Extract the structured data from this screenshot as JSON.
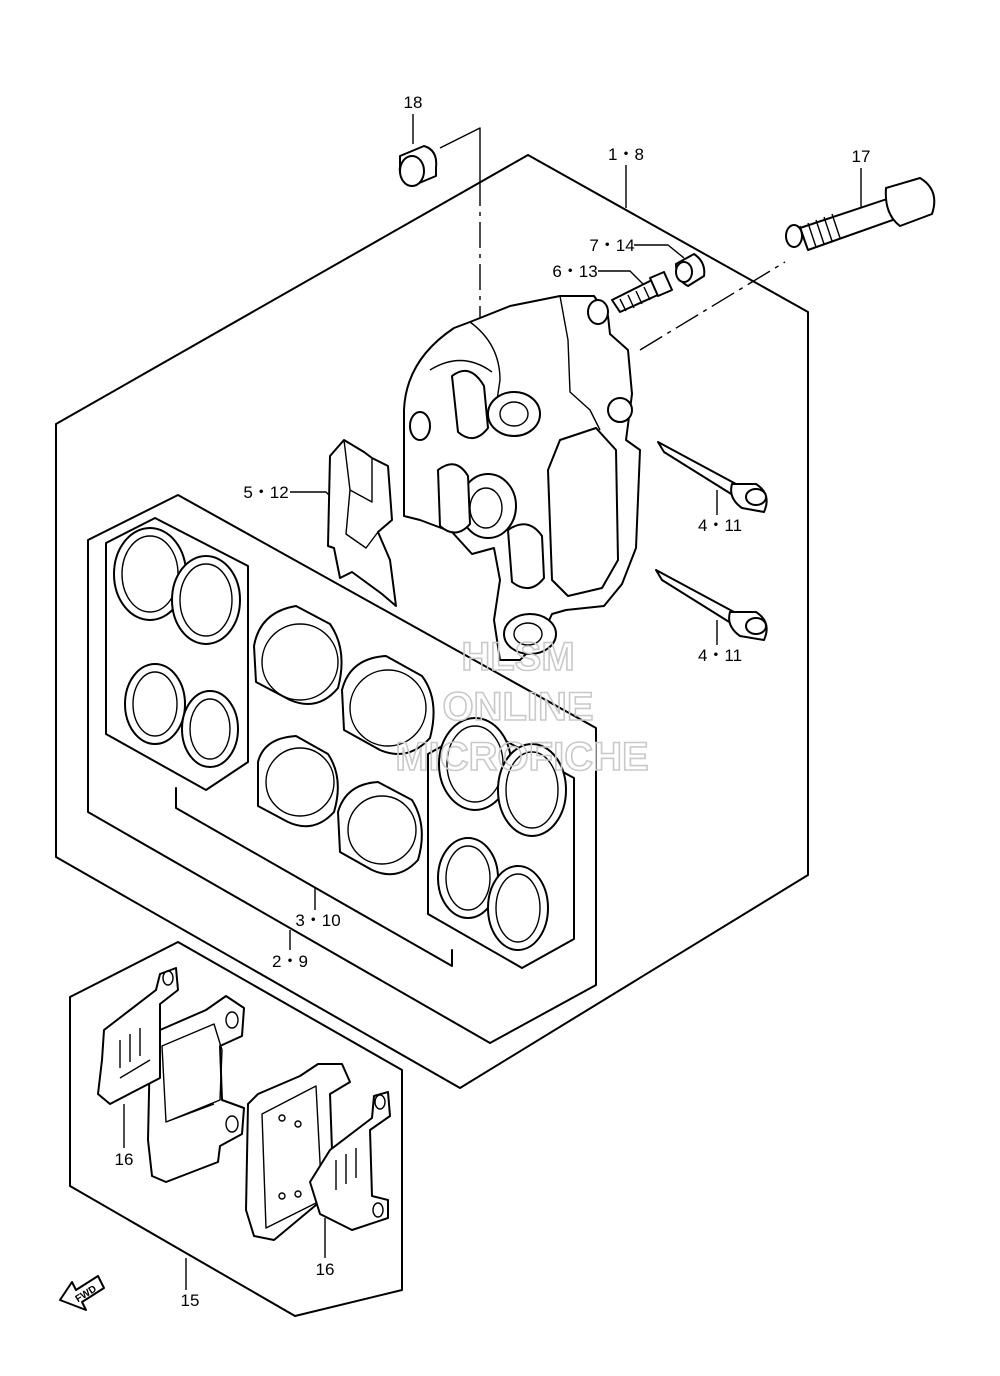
{
  "callouts": {
    "c18": "18",
    "c1_8": "1・8",
    "c17": "17",
    "c7_14": "7・14",
    "c6_13": "6・13",
    "c5_12": "5・12",
    "c4_11_top": "4・11",
    "c4_11_bottom": "4・11",
    "c3_10": "3・10",
    "c2_9": "2・9",
    "c16_left": "16",
    "c16_right": "16",
    "c15": "15"
  },
  "watermark": {
    "line1": "HLSM",
    "line2": "ONLINE",
    "line3": "MICROFICHE"
  },
  "fwd_arrow": {
    "label": "FWD"
  }
}
